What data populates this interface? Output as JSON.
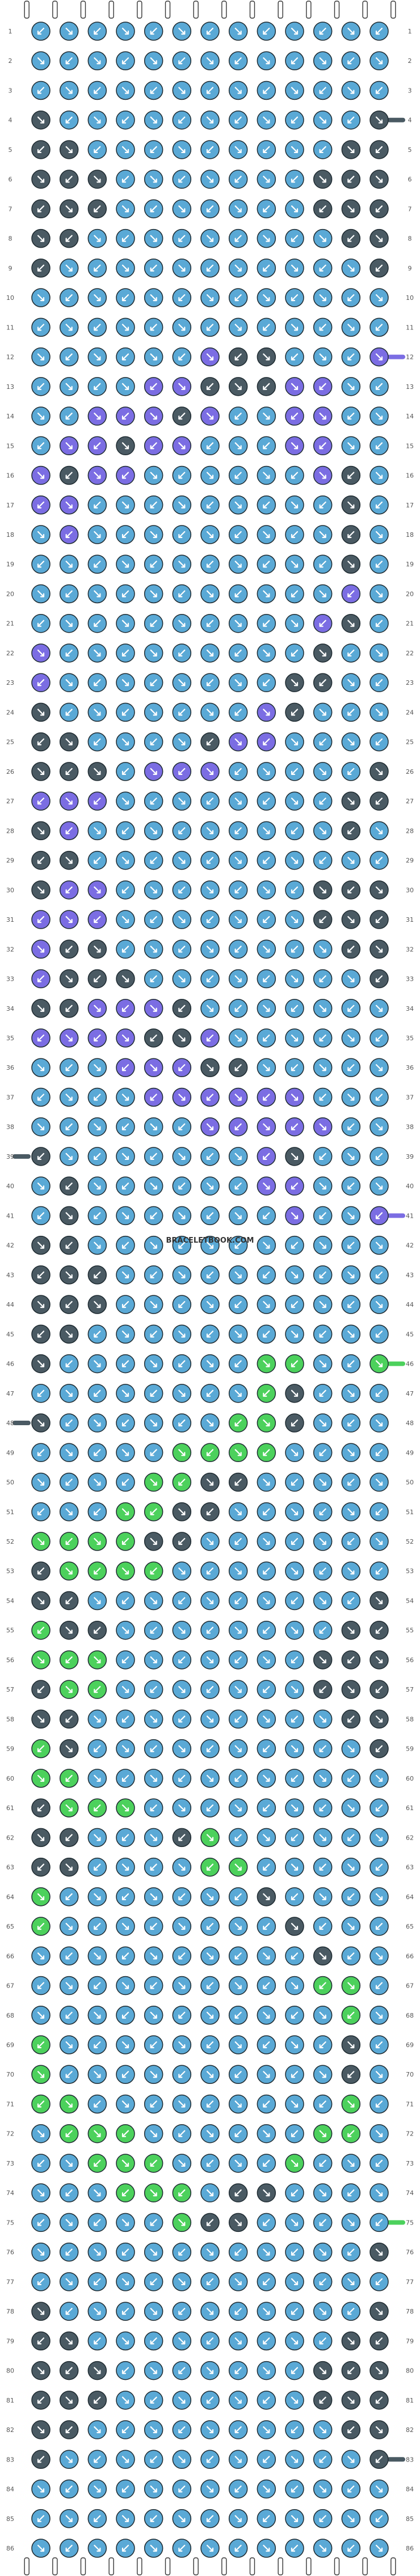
{
  "pattern": {
    "rows": 86,
    "columns": 13,
    "watermark": "BRACELETBOOK.COM",
    "colors": {
      "A": "#5aa9d6",
      "B": "#4a5a63",
      "C": "#7b6de3",
      "D": "#4cd15c"
    },
    "color_names": {
      "A": "light-blue",
      "B": "dark-grey",
      "C": "purple",
      "D": "green"
    },
    "default_color": "A",
    "rows_detail": [
      {
        "row": 4,
        "cells": {
          "0": "B",
          "12": "B"
        }
      },
      {
        "row": 5,
        "cells": {
          "0": "B",
          "1": "B",
          "11": "B",
          "12": "B"
        }
      },
      {
        "row": 6,
        "cells": {
          "0": "B",
          "1": "B",
          "2": "B",
          "10": "B",
          "11": "B",
          "12": "B"
        }
      },
      {
        "row": 7,
        "cells": {
          "0": "B",
          "1": "B",
          "2": "B",
          "10": "B",
          "11": "B",
          "12": "B"
        }
      },
      {
        "row": 8,
        "cells": {
          "0": "B",
          "1": "B",
          "11": "B",
          "12": "B"
        }
      },
      {
        "row": 9,
        "cells": {
          "0": "B",
          "12": "B"
        }
      },
      {
        "row": 12,
        "cells": {
          "6": "C",
          "7": "B",
          "8": "B",
          "12": "C"
        }
      },
      {
        "row": 13,
        "cells": {
          "4": "C",
          "5": "C",
          "6": "B",
          "7": "B",
          "8": "B",
          "9": "C",
          "10": "C"
        }
      },
      {
        "row": 14,
        "cells": {
          "2": "C",
          "3": "C",
          "4": "C",
          "5": "B",
          "6": "C",
          "9": "C",
          "10": "C"
        }
      },
      {
        "row": 15,
        "cells": {
          "1": "C",
          "2": "C",
          "3": "B",
          "4": "C",
          "5": "C",
          "9": "C",
          "10": "C"
        }
      },
      {
        "row": 16,
        "cells": {
          "0": "C",
          "1": "B",
          "2": "C",
          "3": "C",
          "10": "C",
          "11": "B"
        }
      },
      {
        "row": 17,
        "cells": {
          "0": "C",
          "1": "C",
          "11": "B"
        }
      },
      {
        "row": 18,
        "cells": {
          "1": "C",
          "11": "B"
        }
      },
      {
        "row": 19,
        "cells": {
          "11": "B"
        }
      },
      {
        "row": 20,
        "cells": {
          "11": "C"
        }
      },
      {
        "row": 21,
        "cells": {
          "10": "C",
          "11": "B"
        }
      },
      {
        "row": 22,
        "cells": {
          "0": "C",
          "10": "B"
        }
      },
      {
        "row": 23,
        "cells": {
          "0": "C",
          "9": "B",
          "10": "B"
        }
      },
      {
        "row": 24,
        "cells": {
          "0": "B",
          "8": "C",
          "9": "B"
        }
      },
      {
        "row": 25,
        "cells": {
          "0": "B",
          "1": "B",
          "6": "B",
          "7": "C",
          "8": "C"
        }
      },
      {
        "row": 26,
        "cells": {
          "0": "B",
          "1": "B",
          "2": "B",
          "4": "C",
          "5": "C",
          "6": "C",
          "12": "B"
        }
      },
      {
        "row": 27,
        "cells": {
          "0": "C",
          "1": "C",
          "2": "C",
          "11": "B",
          "12": "B"
        }
      },
      {
        "row": 28,
        "cells": {
          "0": "B",
          "1": "C",
          "11": "B"
        }
      },
      {
        "row": 29,
        "cells": {
          "0": "B",
          "1": "B"
        }
      },
      {
        "row": 30,
        "cells": {
          "0": "B",
          "1": "C",
          "2": "C",
          "10": "B",
          "11": "B",
          "12": "B"
        }
      },
      {
        "row": 31,
        "cells": {
          "0": "C",
          "1": "C",
          "2": "C",
          "10": "B",
          "11": "B",
          "12": "B"
        }
      },
      {
        "row": 32,
        "cells": {
          "0": "C",
          "1": "B",
          "2": "B",
          "11": "B",
          "12": "B"
        }
      },
      {
        "row": 33,
        "cells": {
          "0": "C",
          "1": "B",
          "2": "B",
          "3": "B",
          "12": "B"
        }
      },
      {
        "row": 34,
        "cells": {
          "0": "B",
          "1": "B",
          "2": "C",
          "3": "C",
          "4": "C",
          "5": "B"
        }
      },
      {
        "row": 35,
        "cells": {
          "0": "C",
          "1": "C",
          "2": "C",
          "3": "C",
          "4": "B",
          "5": "B",
          "6": "C"
        }
      },
      {
        "row": 36,
        "cells": {
          "3": "C",
          "4": "C",
          "5": "C",
          "6": "B",
          "7": "B"
        }
      },
      {
        "row": 37,
        "cells": {
          "4": "C",
          "5": "C",
          "6": "C",
          "7": "C",
          "8": "C",
          "9": "C"
        }
      },
      {
        "row": 38,
        "cells": {
          "6": "C",
          "7": "C",
          "8": "C",
          "9": "C",
          "10": "C"
        }
      },
      {
        "row": 39,
        "cells": {
          "0": "B",
          "8": "C",
          "9": "B"
        }
      },
      {
        "row": 40,
        "cells": {
          "1": "B",
          "8": "C",
          "9": "C"
        }
      },
      {
        "row": 41,
        "cells": {
          "1": "B",
          "9": "C",
          "12": "C"
        }
      },
      {
        "row": 42,
        "cells": {
          "0": "B",
          "1": "B"
        }
      },
      {
        "row": 43,
        "cells": {
          "0": "B",
          "1": "B",
          "2": "B"
        }
      },
      {
        "row": 44,
        "cells": {
          "0": "B",
          "1": "B",
          "2": "B"
        }
      },
      {
        "row": 45,
        "cells": {
          "0": "B",
          "1": "B"
        }
      },
      {
        "row": 46,
        "cells": {
          "0": "B",
          "8": "D",
          "9": "D",
          "12": "D"
        }
      },
      {
        "row": 47,
        "cells": {
          "8": "D",
          "9": "B"
        }
      },
      {
        "row": 48,
        "cells": {
          "0": "B",
          "7": "D",
          "8": "D",
          "9": "B"
        }
      },
      {
        "row": 49,
        "cells": {
          "5": "D",
          "6": "D",
          "7": "D",
          "8": "D"
        }
      },
      {
        "row": 50,
        "cells": {
          "4": "D",
          "5": "D",
          "6": "B",
          "7": "B"
        }
      },
      {
        "row": 51,
        "cells": {
          "3": "D",
          "4": "D",
          "5": "B",
          "6": "B"
        }
      },
      {
        "row": 52,
        "cells": {
          "0": "D",
          "1": "D",
          "2": "D",
          "3": "D",
          "4": "B",
          "5": "B"
        }
      },
      {
        "row": 53,
        "cells": {
          "0": "B",
          "1": "D",
          "2": "D",
          "3": "D",
          "4": "D"
        }
      },
      {
        "row": 54,
        "cells": {
          "0": "B",
          "1": "B",
          "12": "B"
        }
      },
      {
        "row": 55,
        "cells": {
          "0": "D",
          "1": "B",
          "2": "B",
          "11": "B",
          "12": "B"
        }
      },
      {
        "row": 56,
        "cells": {
          "0": "D",
          "1": "D",
          "2": "D",
          "10": "B",
          "11": "B",
          "12": "B"
        }
      },
      {
        "row": 57,
        "cells": {
          "0": "B",
          "1": "D",
          "2": "D",
          "10": "B",
          "11": "B",
          "12": "B"
        }
      },
      {
        "row": 58,
        "cells": {
          "0": "B",
          "1": "B",
          "11": "B",
          "12": "B"
        }
      },
      {
        "row": 59,
        "cells": {
          "0": "D",
          "1": "B",
          "12": "B"
        }
      },
      {
        "row": 60,
        "cells": {
          "0": "D",
          "1": "D"
        }
      },
      {
        "row": 61,
        "cells": {
          "0": "B",
          "1": "D",
          "2": "D",
          "3": "D"
        }
      },
      {
        "row": 62,
        "cells": {
          "0": "B",
          "1": "B",
          "5": "B",
          "6": "D"
        }
      },
      {
        "row": 63,
        "cells": {
          "0": "B",
          "1": "B",
          "6": "D",
          "7": "D"
        }
      },
      {
        "row": 64,
        "cells": {
          "0": "D",
          "8": "B"
        }
      },
      {
        "row": 65,
        "cells": {
          "0": "D",
          "9": "B"
        }
      },
      {
        "row": 66,
        "cells": {
          "10": "B"
        }
      },
      {
        "row": 67,
        "cells": {
          "10": "D",
          "11": "D"
        }
      },
      {
        "row": 68,
        "cells": {
          "11": "D"
        }
      },
      {
        "row": 69,
        "cells": {
          "0": "D",
          "11": "B"
        }
      },
      {
        "row": 70,
        "cells": {
          "0": "D",
          "11": "B"
        }
      },
      {
        "row": 71,
        "cells": {
          "0": "D",
          "1": "D",
          "11": "D"
        }
      },
      {
        "row": 72,
        "cells": {
          "1": "D",
          "2": "D",
          "3": "D",
          "10": "D",
          "11": "D"
        }
      },
      {
        "row": 73,
        "cells": {
          "2": "D",
          "3": "D",
          "4": "D",
          "9": "D"
        }
      },
      {
        "row": 74,
        "cells": {
          "3": "D",
          "4": "D",
          "5": "D",
          "7": "B",
          "8": "B"
        }
      },
      {
        "row": 75,
        "cells": {
          "5": "D",
          "6": "B",
          "7": "B"
        }
      },
      {
        "row": 76,
        "cells": {
          "12": "B"
        }
      },
      {
        "row": 78,
        "cells": {
          "0": "B",
          "12": "B"
        }
      },
      {
        "row": 79,
        "cells": {
          "0": "B",
          "1": "B",
          "11": "B",
          "12": "B"
        }
      },
      {
        "row": 80,
        "cells": {
          "0": "B",
          "1": "B",
          "2": "B",
          "10": "B",
          "11": "B",
          "12": "B"
        }
      },
      {
        "row": 81,
        "cells": {
          "0": "B",
          "1": "B",
          "2": "B",
          "10": "B",
          "11": "B",
          "12": "B"
        }
      },
      {
        "row": 82,
        "cells": {
          "0": "B",
          "1": "B",
          "11": "B",
          "12": "B"
        }
      },
      {
        "row": 83,
        "cells": {
          "0": "B",
          "12": "B"
        }
      }
    ],
    "strand_top_colors": [
      "A",
      "A",
      "A",
      "A",
      "A",
      "A",
      "A",
      "A",
      "A",
      "A",
      "A",
      "A",
      "A",
      "A"
    ],
    "side_strands": [
      {
        "row": 12,
        "side": "right",
        "color": "C"
      },
      {
        "row": 39,
        "side": "left",
        "color": "B"
      },
      {
        "row": 41,
        "side": "right",
        "color": "C"
      },
      {
        "row": 46,
        "side": "right",
        "color": "D"
      },
      {
        "row": 48,
        "side": "left",
        "color": "B"
      },
      {
        "row": 75,
        "side": "right",
        "color": "D"
      },
      {
        "row": 4,
        "side": "right",
        "color": "B"
      },
      {
        "row": 83,
        "side": "right",
        "color": "B"
      }
    ],
    "first_row_label": "1",
    "last_row_label": "86"
  }
}
